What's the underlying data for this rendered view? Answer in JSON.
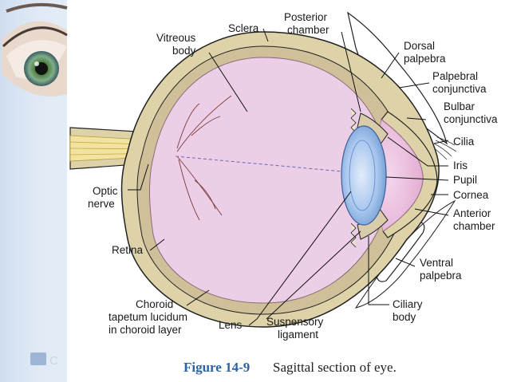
{
  "colors": {
    "sclera": "#ddd2a8",
    "choroid": "#d9caa4",
    "vitreous": "#eccfe6",
    "lens": "#a9c7ee",
    "leftStrip": "#dbe7f4"
  },
  "labels": {
    "sclera": "Sclera",
    "posterior_chamber": [
      "Posterior",
      "chamber"
    ],
    "vitreous_body": [
      "Vitreous",
      "body"
    ],
    "dorsal_palpebra": [
      "Dorsal",
      "palpebra"
    ],
    "palpebral_conjunctiva": [
      "Palpebral",
      "conjunctiva"
    ],
    "bulbar_conjunctiva": [
      "Bulbar",
      "conjunctiva"
    ],
    "cilia": "Cilia",
    "iris": "Iris",
    "pupil": "Pupil",
    "cornea": "Cornea",
    "anterior_chamber": [
      "Anterior",
      "chamber"
    ],
    "optic_nerve": [
      "Optic",
      "nerve"
    ],
    "retina": "Retina",
    "ventral_palpebra": [
      "Ventral",
      "palpebra"
    ],
    "choroid": [
      "Choroid",
      "tapetum lucidum",
      "in choroid layer"
    ],
    "lens": "Lens",
    "suspensory_ligament": [
      "Suspensory",
      "ligament"
    ],
    "ciliary_body": [
      "Ciliary",
      "body"
    ]
  },
  "caption": {
    "figure": "Figure 14-9",
    "text": "Sagittal section of eye."
  },
  "logo_text": "C",
  "icons": [
    "eye-photo-icon",
    "logo-icon"
  ]
}
